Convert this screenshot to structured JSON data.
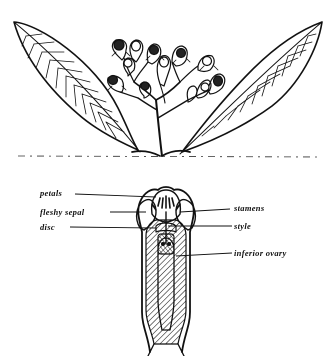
{
  "labels": {
    "petals": "petals",
    "fleshy_sepal": "fleshy sepal",
    "disc": "disc",
    "stamens": "stamens",
    "style": "style",
    "inferior_ovary": "inferior ovary"
  }
}
